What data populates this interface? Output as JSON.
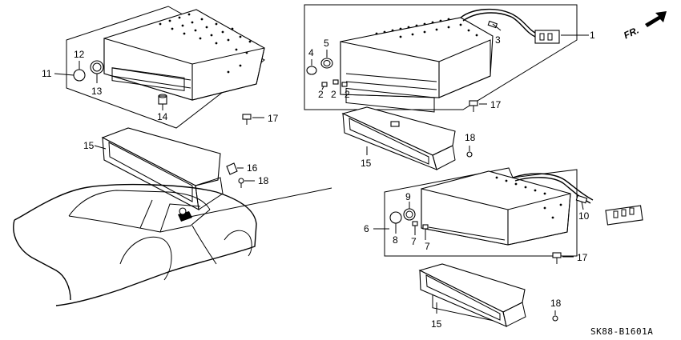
{
  "callouts": {
    "c1": "1",
    "c2a": "2",
    "c2b": "2",
    "c2c": "2",
    "c3": "3",
    "c4": "4",
    "c5": "5",
    "c6": "6",
    "c7a": "7",
    "c7b": "7",
    "c8": "8",
    "c9": "9",
    "c10": "10",
    "c11": "11",
    "c12": "12",
    "c13": "13",
    "c14": "14",
    "c15a": "15",
    "c15b": "15",
    "c15c": "15",
    "c16": "16",
    "c17a": "17",
    "c17b": "17",
    "c17c": "17",
    "c18a": "18",
    "c18b": "18",
    "c18c": "18"
  },
  "direction_label": "FR.",
  "diagram_code": "SK88-B1601A"
}
